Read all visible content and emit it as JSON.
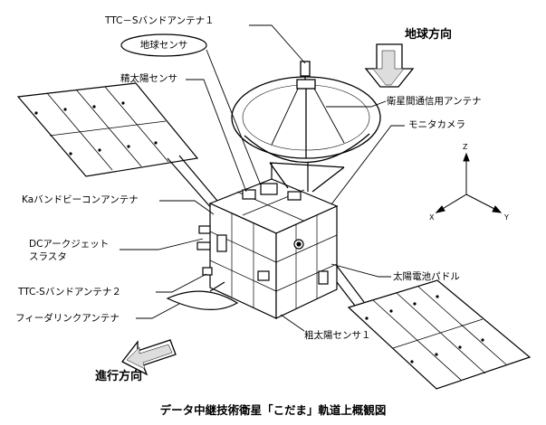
{
  "diagram": {
    "caption": "データ中継技術衛星「こだま」軌道上概観図",
    "direction": {
      "earth": "地球方向",
      "travel": "進行方向"
    },
    "labels": {
      "ttc_s_band_1": "TTC－Sバンドアンテナ１",
      "earth_sensor": "地球センサ",
      "fine_sun_sensor": "精太陽センサ",
      "inter_satellite_antenna": "衛星間通信用アンテナ",
      "monitor_camera": "モニタカメラ",
      "ka_beacon": "Kaバンドビーコンアンテナ",
      "dc_arcjet_line1": "DCアークジェット",
      "dc_arcjet_line2": "スラスタ",
      "solar_paddle": "太陽電池パドル",
      "ttc_s_band_2": "TTC-Sバンドアンテナ２",
      "feeder_link": "フィーダリンクアンテナ",
      "coarse_sun_sensor": "粗太陽センサ１"
    },
    "axes": {
      "z": "Z",
      "x": "X",
      "y": "Y"
    }
  }
}
